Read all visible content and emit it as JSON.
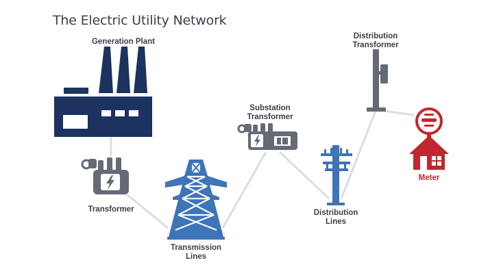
{
  "title": "The Electric Utility Network",
  "labels": {
    "generation_plant": "Generation Plant",
    "transformer": "Transformer",
    "transmission_lines": "Transmission\nLines",
    "substation_transformer": "Substation\nTransformer",
    "distribution_lines": "Distribution\nLines",
    "distribution_transformer": "Distribution\nTransformer",
    "meter": "Meter"
  },
  "colors": {
    "navy": "#1c3360",
    "blue": "#3e74b8",
    "gray": "#646b75",
    "red": "#c1272d",
    "connector": "#dadde2",
    "text": "#3a3f48"
  },
  "icons": [
    "factory-icon",
    "transformer-icon",
    "transmission-tower-icon",
    "substation-transformer-icon",
    "distribution-pole-icon",
    "distribution-transformer-icon",
    "house-meter-icon"
  ]
}
